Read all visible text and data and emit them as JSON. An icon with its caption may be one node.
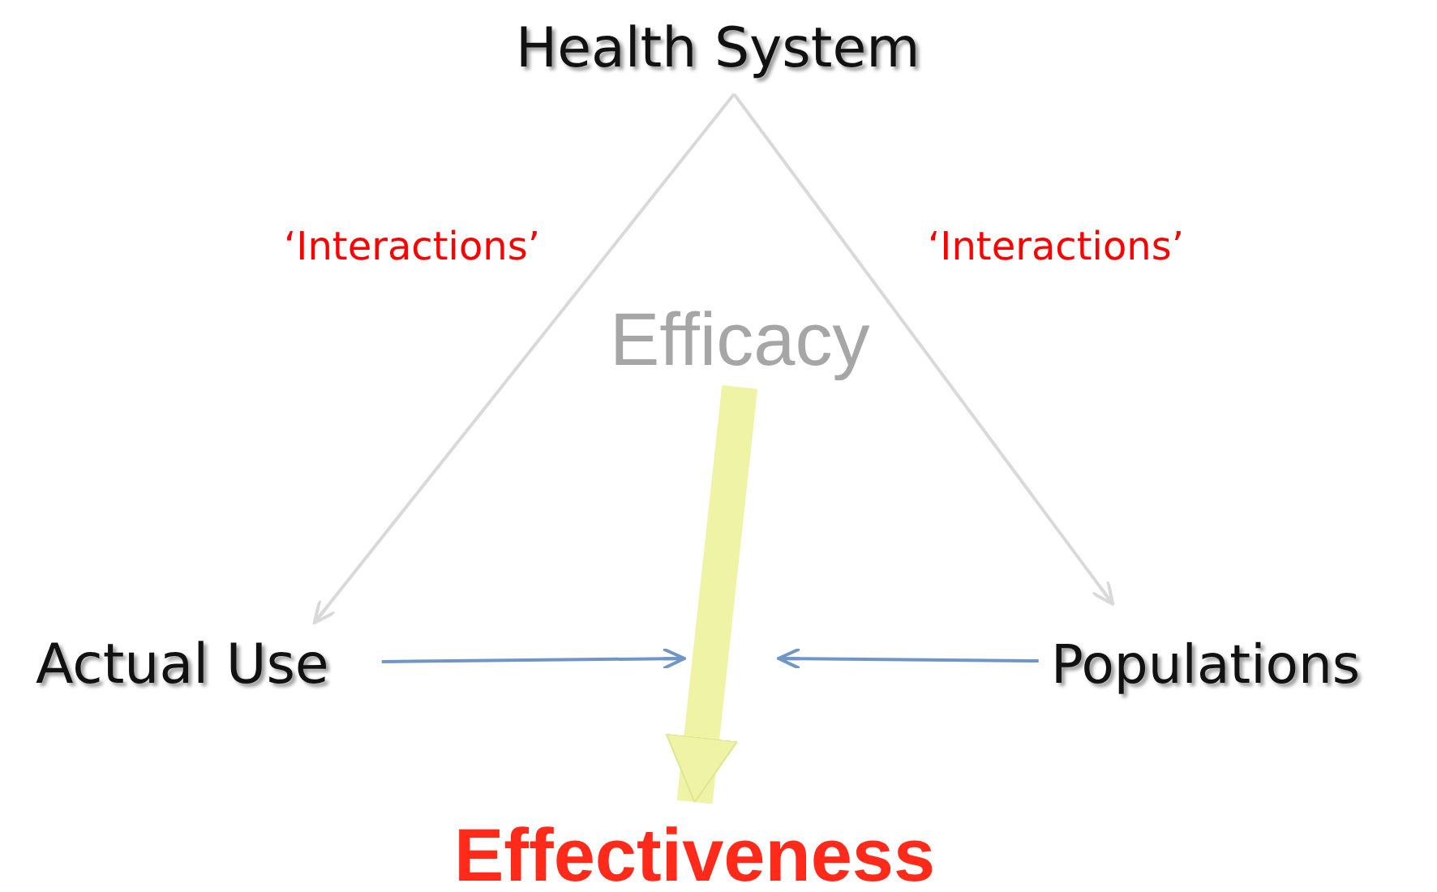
{
  "diagram": {
    "nodes": [
      {
        "text": [
          "Health System"
        ]
      },
      {
        "text": [
          "Actual Use"
        ]
      },
      {
        "text": [
          "Populations"
        ]
      },
      {
        "text": [
          "Efficacy"
        ]
      },
      {
        "text": [
          "Effectiveness"
        ]
      }
    ],
    "edges": [
      {
        "from": 0,
        "to": 1,
        "arrow": "to",
        "label": "‘Interactions’",
        "color": "#d9d9d9"
      },
      {
        "from": 0,
        "to": 2,
        "arrow": "to",
        "label": "‘Interactions’",
        "color": "#d9d9d9"
      },
      {
        "from": 3,
        "to": 4,
        "arrow": "to",
        "style": "thick",
        "color": "#eef3a5"
      },
      {
        "from": 1,
        "to": null,
        "arrow": "to",
        "color": "#7096c8"
      },
      {
        "from": 2,
        "to": null,
        "arrow": "to",
        "color": "#7096c8"
      }
    ]
  }
}
